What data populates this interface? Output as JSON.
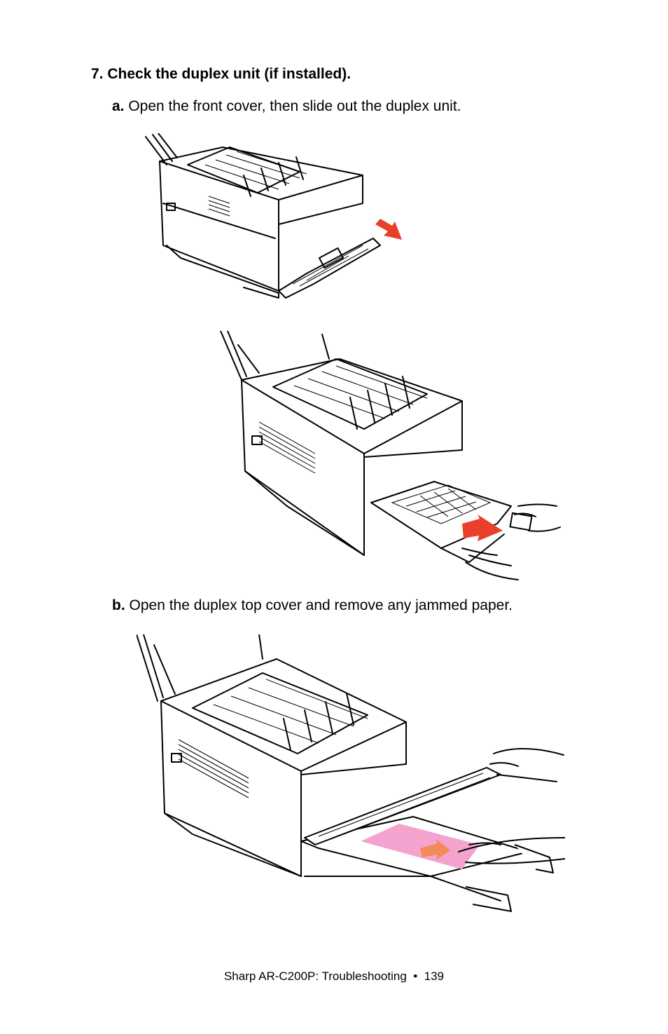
{
  "step": {
    "text": "7. Check the duplex unit (if installed)."
  },
  "sub_a": {
    "label": "a.",
    "text": " Open the front cover, then slide out the duplex unit."
  },
  "sub_b": {
    "label": "b.",
    "text": " Open the duplex top cover and remove any jammed paper."
  },
  "footer": {
    "text": "Sharp AR-C200P: Troubleshooting  •  139"
  },
  "colors": {
    "arrow": "#e8402a",
    "paper": "#f4a3cf"
  }
}
